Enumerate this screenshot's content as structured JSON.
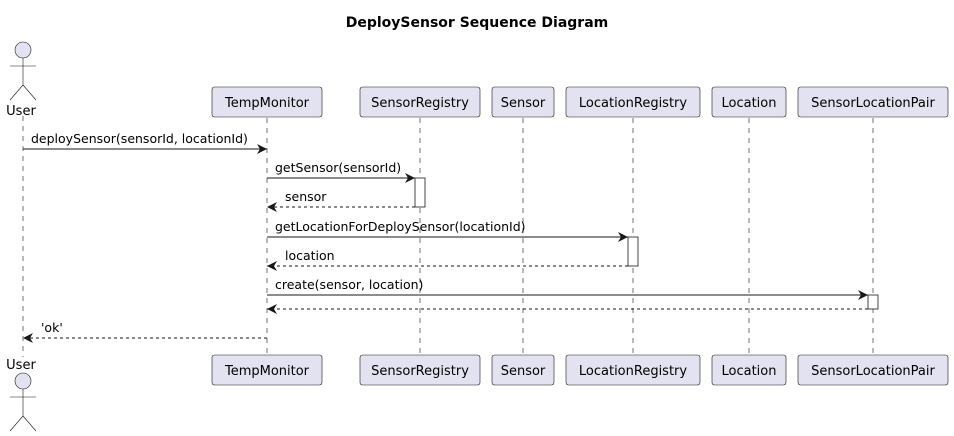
{
  "diagram": {
    "title": "DeploySensor Sequence Diagram",
    "type": "sequence",
    "colors": {
      "participant_fill": "#e2e2f0",
      "participant_border": "#181818",
      "lifeline": "#181818",
      "activation_fill": "#ffffff"
    },
    "actor": {
      "id": "user",
      "name": "User"
    },
    "participants": [
      {
        "id": "temp",
        "name": "TempMonitor"
      },
      {
        "id": "sreg",
        "name": "SensorRegistry"
      },
      {
        "id": "sensor",
        "name": "Sensor"
      },
      {
        "id": "lreg",
        "name": "LocationRegistry"
      },
      {
        "id": "loc",
        "name": "Location"
      },
      {
        "id": "slp",
        "name": "SensorLocationPair"
      }
    ],
    "messages": [
      {
        "from": "user",
        "to": "temp",
        "label": "deploySensor(sensorId, locationId)",
        "style": "solid"
      },
      {
        "from": "temp",
        "to": "sreg",
        "label": "getSensor(sensorId)",
        "style": "solid"
      },
      {
        "from": "sreg",
        "to": "temp",
        "label": "sensor",
        "style": "dashed"
      },
      {
        "from": "temp",
        "to": "lreg",
        "label": "getLocationForDeploySensor(locationId)",
        "style": "solid"
      },
      {
        "from": "lreg",
        "to": "temp",
        "label": "location",
        "style": "dashed"
      },
      {
        "from": "temp",
        "to": "slp",
        "label": "create(sensor, location)",
        "style": "solid"
      },
      {
        "from": "slp",
        "to": "temp",
        "label": "",
        "style": "dashed"
      },
      {
        "from": "temp",
        "to": "user",
        "label": "'ok'",
        "style": "dashed"
      }
    ]
  }
}
